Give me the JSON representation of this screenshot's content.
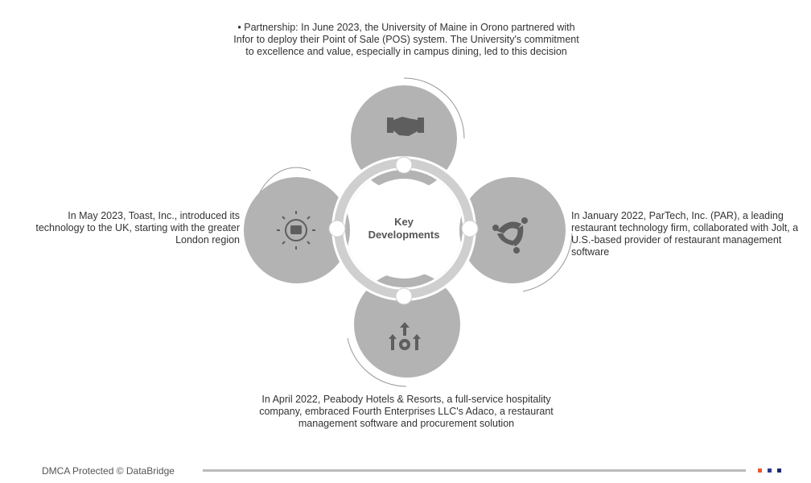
{
  "center_label": {
    "line1": "Key",
    "line2": "Developments"
  },
  "items": [
    {
      "position": "top",
      "icon": "handshake-icon",
      "text": "•  Partnership: In June 2023, the University of Maine in Orono partnered with Infor to deploy their Point of Sale (POS) system. The University's commitment to excellence and value, especially in campus dining, led to this decision"
    },
    {
      "position": "left",
      "icon": "global-distribution-icon",
      "text": "In May 2023, Toast, Inc., introduced its technology to the UK, starting with the greater London region"
    },
    {
      "position": "right",
      "icon": "collaboration-icon",
      "text": "In January 2022, ParTech, Inc. (PAR), a leading restaurant technology firm, collaborated with Jolt, a U.S.-based provider of restaurant management software"
    },
    {
      "position": "bottom",
      "icon": "growth-gear-icon",
      "text": "In April 2022, Peabody Hotels & Resorts, a full-service hospitality company, embraced Fourth Enterprises LLC's Adaco, a restaurant management software and procurement solution"
    }
  ],
  "footer": {
    "text": "DMCA Protected © DataBridge",
    "colors": [
      "#e8582a",
      "#2b3a8c",
      "#1f2a6b"
    ]
  }
}
